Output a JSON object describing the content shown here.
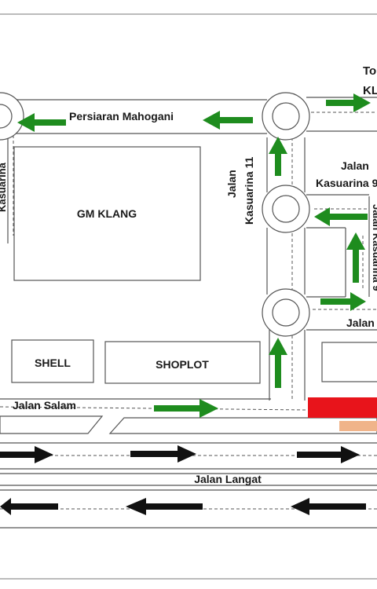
{
  "map": {
    "roads": {
      "persiaran_mahogani": "Persiaran Mahogani",
      "jalan_kasuarina_11_a": "Jalan",
      "jalan_kasuarina_11_b": "Kasuarina 11",
      "jalan_kasuarina_9_a": "Jalan",
      "jalan_kasuarina_9_b": "Kasuarina 9",
      "jalan_kasuarina_vertical": "Jalan Kasuarina 9",
      "kasuarina_left": "Kasuarina",
      "jalan_salam": "Jalan Salam",
      "jalan_langat": "Jalan Langat",
      "jalan_right_partial": "Jalan",
      "to_klang_a": "To",
      "to_klang_b": "KL"
    },
    "buildings": {
      "gm_klang": "GM KLANG",
      "shell": "SHELL",
      "shoplot": "SHOPLOT"
    },
    "colors": {
      "arrow_green": "#1e8c1e",
      "arrow_black": "#111111",
      "highlight_red": "#e8141b",
      "highlight_orange": "#f0b48a",
      "road_line": "#555555"
    }
  }
}
